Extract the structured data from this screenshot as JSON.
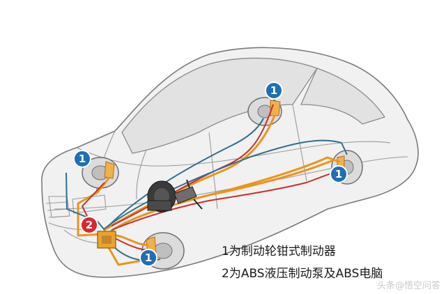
{
  "callouts": {
    "c1": "1",
    "c2": "2"
  },
  "captions": {
    "line1": "1为制动轮钳式制动器",
    "line2": "2为ABS液压制动泵及ABS电脑"
  },
  "watermark": "头条@悟空问答",
  "colors": {
    "car_outline": "#7a7a7a",
    "car_fill": "#f1f1f1",
    "brake_line_orange": "#e8951c",
    "brake_line_red": "#c9302c",
    "sensor_wire_blue": "#2f6e8e",
    "badge_blue": "#1f6fb5",
    "badge_red": "#d7282f"
  }
}
